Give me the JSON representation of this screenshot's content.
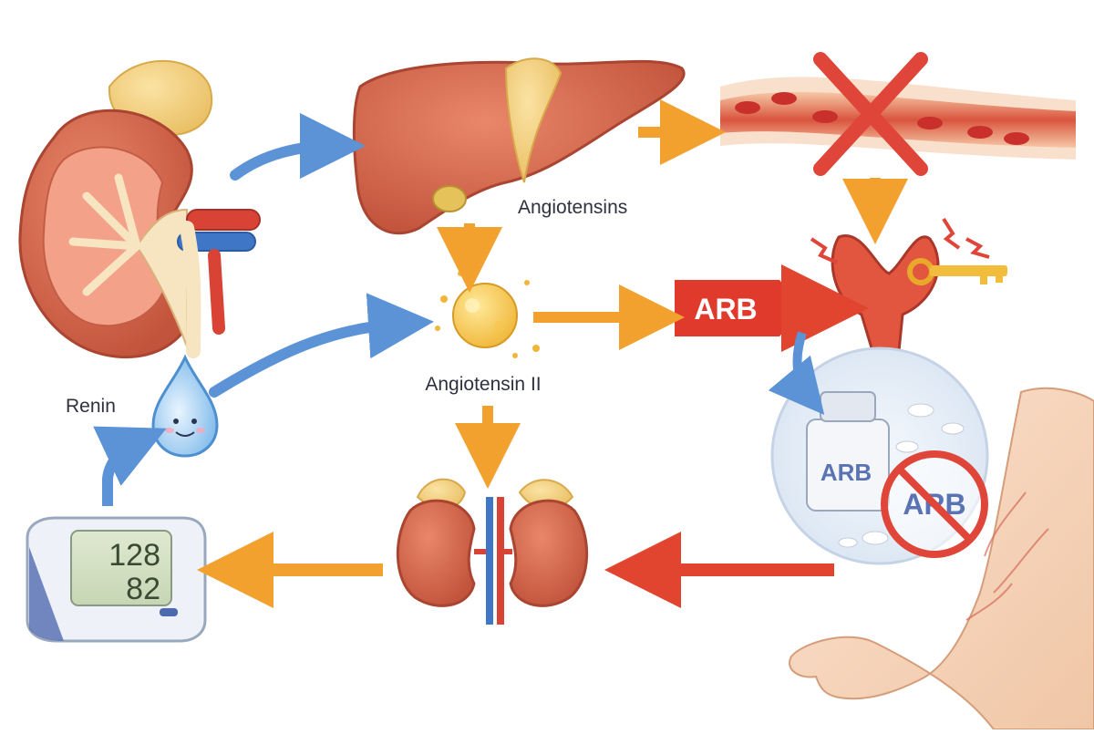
{
  "labels": {
    "angiotensins": "Angiotensins",
    "angiotensin_ii": "Angiotensin II",
    "renin": "Renin",
    "arb_tag": "ARB",
    "arb_bottle": "ARB",
    "arb_crossed": "ARB"
  },
  "bp_monitor": {
    "systolic": "128",
    "diastolic": "82"
  },
  "colors": {
    "arrow_blue": "#5b93d6",
    "arrow_orange": "#f2a12e",
    "arrow_red": "#e2452f",
    "organ_red": "#d9674d",
    "fat_yellow": "#f3d27e",
    "arb_red": "#e03a2c"
  }
}
